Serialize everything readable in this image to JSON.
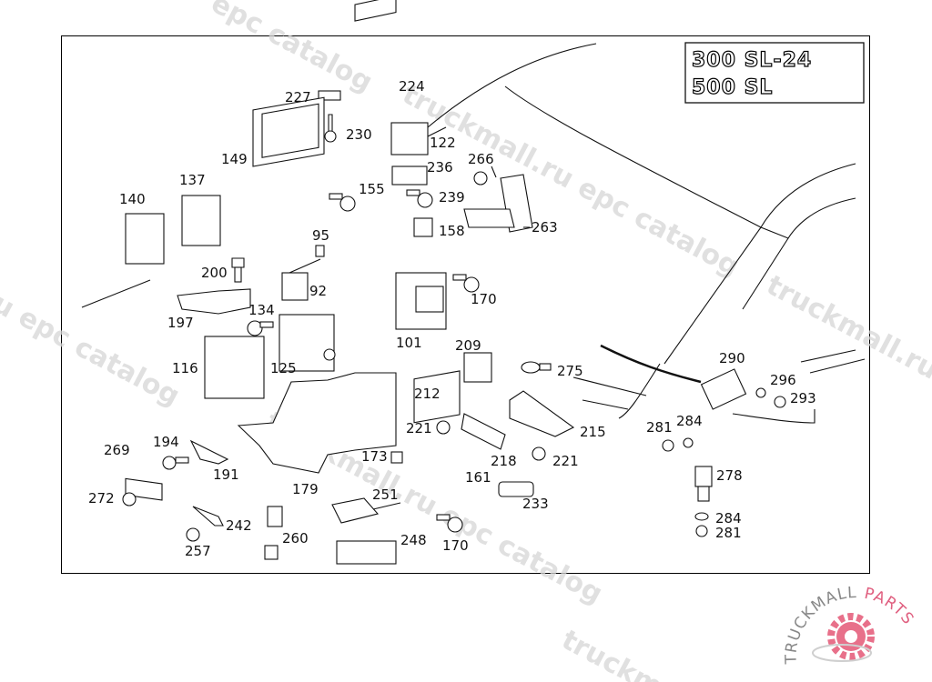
{
  "diagram": {
    "title_badge": {
      "line1": "300 SL-24",
      "line2": "500 SL"
    },
    "watermark_text": "truckmall.ru epc catalog",
    "logo": {
      "part1": "TRUCKMALL",
      "part2": "PARTS",
      "part1_color": "#888888",
      "part2_color": "#e06080",
      "gear_color": "#e8708a"
    },
    "parts": [
      {
        "id": "224"
      },
      {
        "id": "227"
      },
      {
        "id": "230"
      },
      {
        "id": "122"
      },
      {
        "id": "149"
      },
      {
        "id": "236"
      },
      {
        "id": "266"
      },
      {
        "id": "137"
      },
      {
        "id": "155"
      },
      {
        "id": "239"
      },
      {
        "id": "140"
      },
      {
        "id": "263"
      },
      {
        "id": "158"
      },
      {
        "id": "95"
      },
      {
        "id": "200"
      },
      {
        "id": "92"
      },
      {
        "id": "170"
      },
      {
        "id": "134"
      },
      {
        "id": "197"
      },
      {
        "id": "101"
      },
      {
        "id": "290"
      },
      {
        "id": "116"
      },
      {
        "id": "125"
      },
      {
        "id": "209"
      },
      {
        "id": "275"
      },
      {
        "id": "296"
      },
      {
        "id": "293"
      },
      {
        "id": "212"
      },
      {
        "id": "221"
      },
      {
        "id": "215"
      },
      {
        "id": "281"
      },
      {
        "id": "284"
      },
      {
        "id": "194"
      },
      {
        "id": "269"
      },
      {
        "id": "173"
      },
      {
        "id": "218"
      },
      {
        "id": "221b"
      },
      {
        "id": "191"
      },
      {
        "id": "161"
      },
      {
        "id": "278"
      },
      {
        "id": "179"
      },
      {
        "id": "272"
      },
      {
        "id": "251"
      },
      {
        "id": "233"
      },
      {
        "id": "242"
      },
      {
        "id": "284b"
      },
      {
        "id": "260"
      },
      {
        "id": "281b"
      },
      {
        "id": "257"
      },
      {
        "id": "248"
      },
      {
        "id": "170b"
      }
    ],
    "labels": {
      "l224": "224",
      "l227": "227",
      "l230": "230",
      "l122": "122",
      "l149": "149",
      "l236": "236",
      "l266": "266",
      "l137": "137",
      "l155": "155",
      "l239": "239",
      "l140": "140",
      "l263": "263",
      "l158": "158",
      "l95": "95",
      "l200": "200",
      "l92": "92",
      "l170": "170",
      "l134": "134",
      "l197": "197",
      "l101": "101",
      "l290": "290",
      "l116": "116",
      "l125": "125",
      "l209": "209",
      "l275": "275",
      "l296": "296",
      "l293": "293",
      "l212": "212",
      "l221": "221",
      "l215": "215",
      "l281": "281",
      "l284": "284",
      "l194": "194",
      "l269": "269",
      "l173": "173",
      "l218": "218",
      "l221b": "221",
      "l191": "191",
      "l161": "161",
      "l278": "278",
      "l179": "179",
      "l272": "272",
      "l251": "251",
      "l233": "233",
      "l242": "242",
      "l284b": "284",
      "l260": "260",
      "l281b": "281",
      "l257": "257",
      "l248": "248",
      "l170b": "170"
    }
  }
}
